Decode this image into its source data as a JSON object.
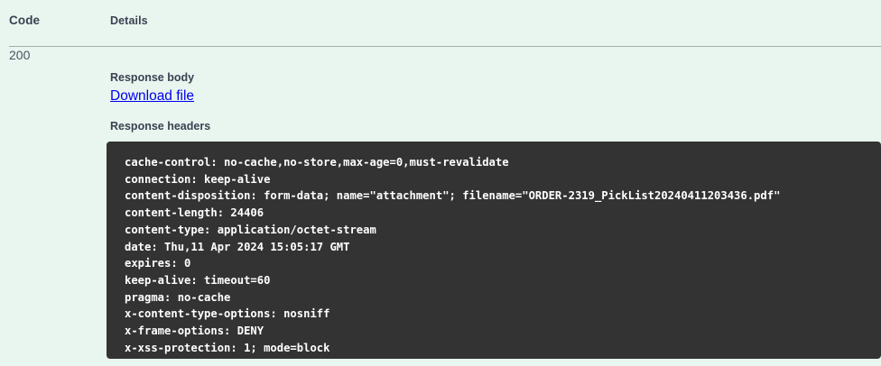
{
  "table": {
    "columns": {
      "code": "Code",
      "details": "Details"
    }
  },
  "response": {
    "status_code": "200",
    "body_label": "Response body",
    "download_link": "Download file",
    "headers_label": "Response headers",
    "headers": [
      "cache-control: no-cache,no-store,max-age=0,must-revalidate",
      "connection: keep-alive",
      "content-disposition: form-data; name=\"attachment\"; filename=\"ORDER-2319_PickList20240411203436.pdf\"",
      "content-length: 24406",
      "content-type: application/octet-stream",
      "date: Thu,11 Apr 2024 15:05:17 GMT",
      "expires: 0",
      "keep-alive: timeout=60",
      "pragma: no-cache",
      "x-content-type-options: nosniff",
      "x-frame-options: DENY",
      "x-xss-protection: 1; mode=block"
    ]
  },
  "colors": {
    "page_background": "#e8f6ef",
    "code_block_background": "#333333",
    "link": "#0000ee",
    "text": "#3b4151",
    "divider": "#9fb0a9"
  }
}
